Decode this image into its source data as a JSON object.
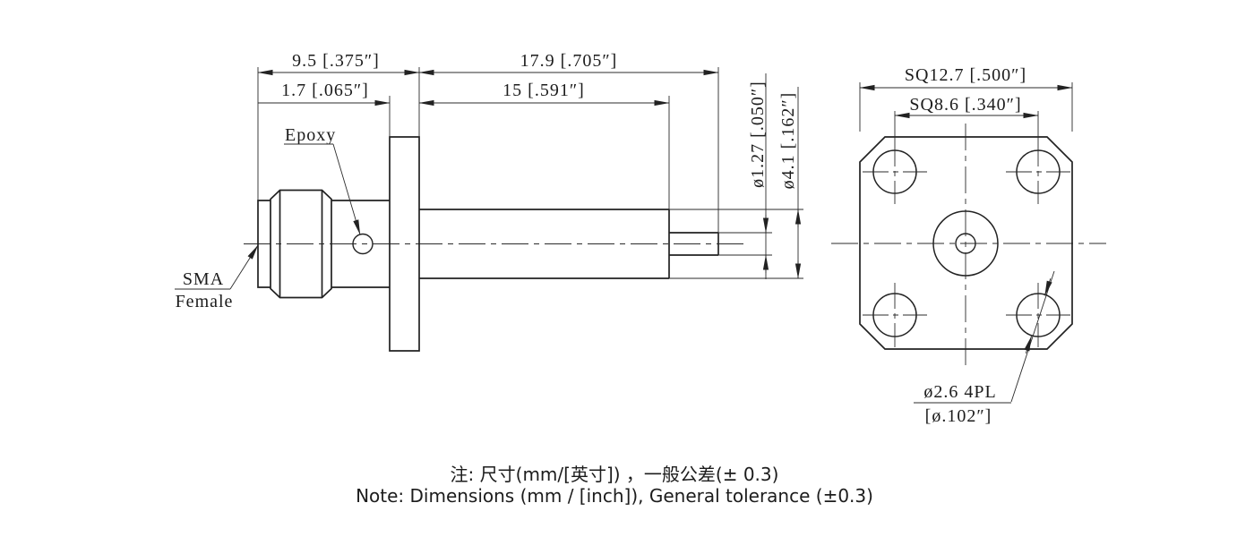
{
  "colors": {
    "ink": "#222222",
    "background": "#ffffff"
  },
  "side_view": {
    "callouts": {
      "epoxy": "Epoxy",
      "sma_line1": "SMA",
      "sma_line2": "Female"
    },
    "dims": {
      "front_length": "9.5 [.375″]",
      "rear_length": "17.9 [.705″]",
      "flange_thickness": "1.7 [.065″]",
      "stub_length": "15 [.591″]",
      "pin_diameter": "ø1.27 [.050″]",
      "tube_diameter": "ø4.1 [.162″]"
    }
  },
  "front_view": {
    "dims": {
      "flange_square": "SQ12.7 [.500″]",
      "hole_pattern_square": "SQ8.6 [.340″]",
      "mounting_holes_mm": "ø2.6 4PL",
      "mounting_holes_inch": "[ø.102″]"
    }
  },
  "notes": {
    "zh": "注: 尺寸(mm/[英寸]) ，一般公差(± 0.3)",
    "en": "Note: Dimensions (mm / [inch]), General tolerance (±0.3)"
  }
}
